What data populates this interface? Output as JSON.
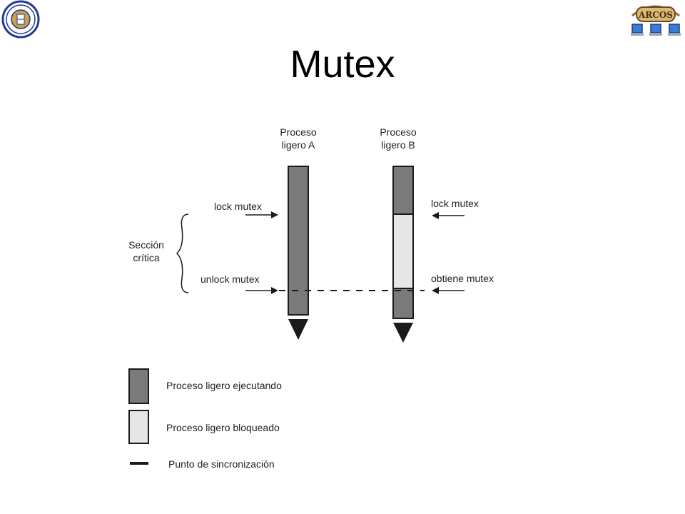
{
  "slide": {
    "title": "Mutex"
  },
  "logos": {
    "left": "Universidad Carlos III de Madrid",
    "right": "ARCOS"
  },
  "diagram": {
    "thread_a_label": "Proceso\nligero A",
    "thread_b_label": "Proceso\nligero B",
    "critical_section_label": "Sección\ncrítica",
    "left_events": [
      "lock mutex",
      "unlock mutex"
    ],
    "right_events": [
      "lock mutex",
      "obtiene  mutex"
    ],
    "legend": [
      {
        "label": "Proceso ligero ejecutando",
        "swatch": "running"
      },
      {
        "label": "Proceso ligero bloqueado",
        "swatch": "blocked"
      },
      {
        "label": "Punto de sincronización",
        "swatch": "sync"
      }
    ]
  },
  "colors": {
    "running": "#7a7a7a",
    "blocked": "#e6e6e6",
    "outline": "#1a1a1a",
    "text": "#222222",
    "logo_blue": "#1f3a93",
    "logo_gold": "#c8a24a"
  }
}
